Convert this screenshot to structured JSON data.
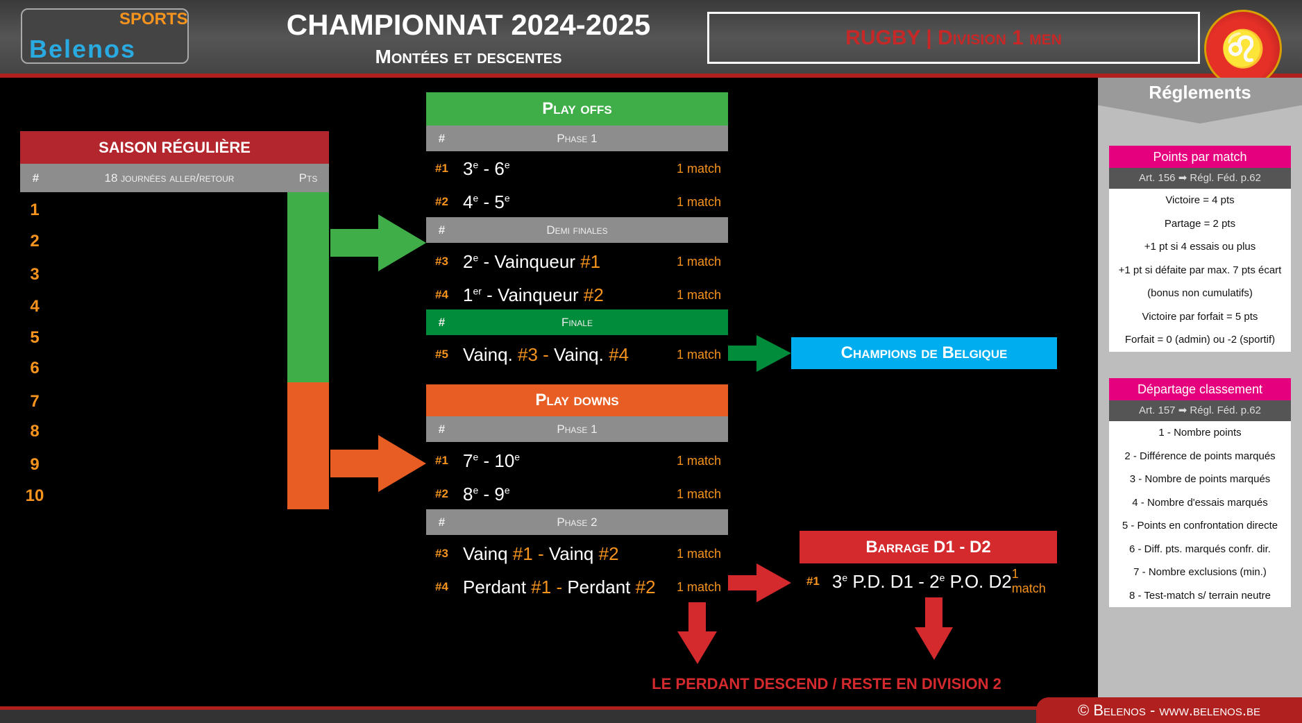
{
  "header": {
    "logo_text": "Belenos",
    "logo_sub": "SPORTS",
    "title": "CHAMPIONNAT 2024-2025",
    "subtitle": "Montées et descentes",
    "division": "RUGBY | Division 1 men"
  },
  "regular": {
    "title": "SAISON RÉGULIÈRE",
    "hash": "#",
    "subtitle": "18 journées aller/retour",
    "pts": "Pts",
    "ranks": [
      "1",
      "2",
      "3",
      "4",
      "5",
      "6",
      "7",
      "8",
      "9",
      "10"
    ]
  },
  "playoffs": {
    "title": "Play offs",
    "phase1": "Phase 1",
    "demi": "Demi finales",
    "finale": "Finale",
    "hash": "#",
    "matches": [
      {
        "n": "#1",
        "a": "3",
        "asup": "e",
        "sep": " - ",
        "b": "6",
        "bsup": "e",
        "m": "1 match"
      },
      {
        "n": "#2",
        "a": "4",
        "asup": "e",
        "sep": " - ",
        "b": "5",
        "bsup": "e",
        "m": "1 match"
      },
      {
        "n": "#3",
        "a": "2",
        "asup": "e",
        "sep": " - Vainqueur ",
        "b": "#1",
        "m": "1 match"
      },
      {
        "n": "#4",
        "a": "1",
        "asup": "er",
        "sep": " - Vainqueur ",
        "b": "#2",
        "m": "1 match"
      },
      {
        "n": "#5",
        "a": "Vainq. ",
        "ao": "#3",
        "sep": " - ",
        "b": "Vainq. ",
        "bo": "#4",
        "m": "1 match"
      }
    ],
    "champions": "Champions de Belgique"
  },
  "playdowns": {
    "title": "Play downs",
    "phase1": "Phase 1",
    "phase2": "Phase 2",
    "hash": "#",
    "matches": [
      {
        "n": "#1",
        "a": "7",
        "asup": "e",
        "sep": " - ",
        "b": "10",
        "bsup": "e",
        "m": "1 match"
      },
      {
        "n": "#2",
        "a": "8",
        "asup": "e",
        "sep": " - ",
        "b": "9",
        "bsup": "e",
        "m": "1 match"
      },
      {
        "n": "#3",
        "a": "Vainq ",
        "ao": "#1",
        "sep": " - ",
        "b": "Vainq ",
        "bo": "#2",
        "m": "1 match"
      },
      {
        "n": "#4",
        "a": "Perdant ",
        "ao": "#1",
        "sep": " - ",
        "b": "Perdant ",
        "bo": "#2",
        "m": "1 match"
      }
    ]
  },
  "barrage": {
    "title": "Barrage D1 - D2",
    "n": "#1",
    "a": "3",
    "asup": "e",
    "mid": " P.D. D1 - 2",
    "bsup": "e",
    "b": " P.O. D2",
    "m": "1 match"
  },
  "bottom_note": "LE PERDANT DESCEND / RESTE EN DIVISION 2",
  "rules": {
    "title": "Réglements",
    "box1": {
      "title": "Points par match",
      "sub": "Art. 156 ➡ Régl. Féd. p.62",
      "lines": [
        "Victoire = 4 pts",
        "Partage = 2 pts",
        "+1 pt si 4 essais ou plus",
        "+1 pt si défaite par max. 7 pts écart",
        "(bonus non cumulatifs)",
        "Victoire par forfait = 5 pts",
        "Forfait = 0 (admin) ou -2 (sportif)"
      ]
    },
    "box2": {
      "title": "Départage classement",
      "sub": "Art. 157 ➡ Régl. Féd. p.62",
      "lines": [
        "1 - Nombre points",
        "2 - Différence de points marqués",
        "3 - Nombre de points marqués",
        "4 - Nombre d'essais marqués",
        "5 - Points en confrontation directe",
        "6 - Diff. pts. marqués confr. dir.",
        "7 - Nombre exclusions (min.)",
        "8 - Test-match s/ terrain neutre"
      ]
    }
  },
  "footer": "© Belenos - www.belenos.be",
  "colors": {
    "green": "#3fae49",
    "dark_green": "#008c3a",
    "orange": "#e85d24",
    "red": "#d42a2e",
    "blue": "#00aeef",
    "pink": "#e5007e",
    "accent": "#f7941d"
  }
}
